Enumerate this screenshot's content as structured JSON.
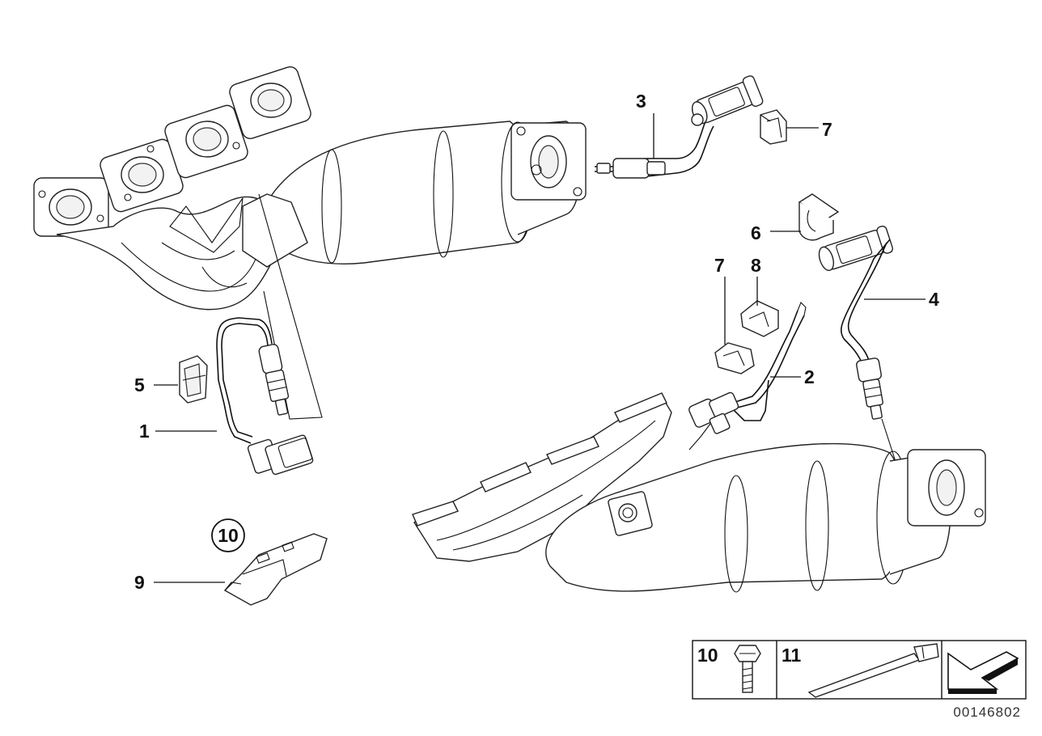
{
  "callouts": {
    "c1": "1",
    "c2": "2",
    "c3": "3",
    "c4": "4",
    "c5": "5",
    "c6": "6",
    "c7a": "7",
    "c7b": "7",
    "c8": "8",
    "c9": "9",
    "c10_circle": "10"
  },
  "legend": {
    "cell_10_label": "10",
    "cell_11_label": "11"
  },
  "reference_number": "00146802"
}
